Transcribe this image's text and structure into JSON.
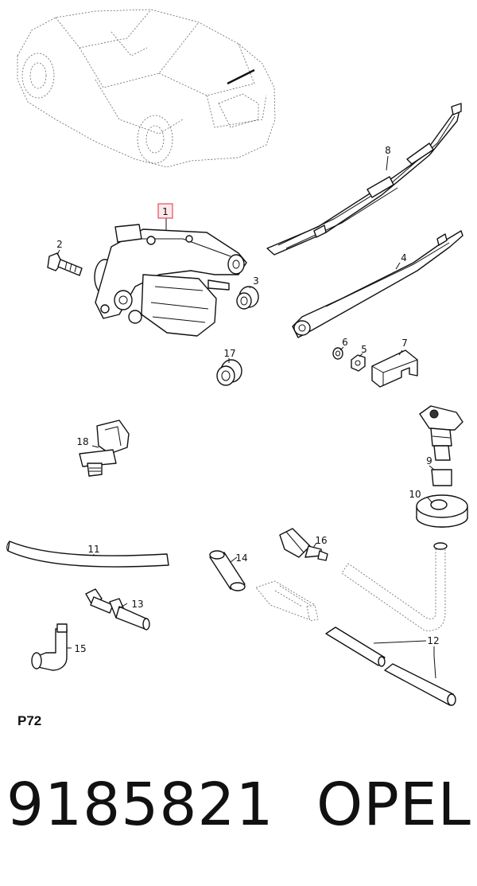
{
  "diagram": {
    "callouts": [
      {
        "id": "1",
        "highlighted": true
      },
      {
        "id": "2"
      },
      {
        "id": "3"
      },
      {
        "id": "4"
      },
      {
        "id": "5"
      },
      {
        "id": "6"
      },
      {
        "id": "7"
      },
      {
        "id": "8"
      },
      {
        "id": "9"
      },
      {
        "id": "10"
      },
      {
        "id": "11"
      },
      {
        "id": "12"
      },
      {
        "id": "13"
      },
      {
        "id": "14"
      },
      {
        "id": "15"
      },
      {
        "id": "16"
      },
      {
        "id": "17"
      },
      {
        "id": "18"
      }
    ],
    "highlight_color": "#e0505a",
    "highlight_fill": "#fde8ea"
  },
  "page_code": "P72",
  "part_number": "9185821",
  "brand": "OPEL"
}
